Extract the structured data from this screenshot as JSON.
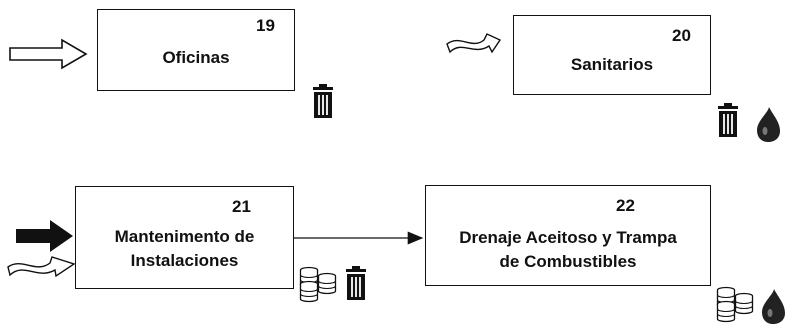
{
  "boxes": [
    {
      "number": "19",
      "lines": [
        "Oficinas"
      ]
    },
    {
      "number": "20",
      "lines": [
        "Sanitarios"
      ]
    },
    {
      "number": "21",
      "lines": [
        "Mantenimento de",
        "Instalaciones"
      ]
    },
    {
      "number": "22",
      "lines": [
        "Drenaje Aceitoso y Trampa",
        "de Combustibles"
      ]
    }
  ],
  "icons": {
    "trash": "trash-can-icon",
    "oil": "oil-drop-icon",
    "barrels": "barrel-stack-icon",
    "arrow_outline": "hollow-arrow-icon",
    "arrow_solid": "solid-arrow-icon",
    "arrow_wavy": "wavy-arrow-icon"
  }
}
